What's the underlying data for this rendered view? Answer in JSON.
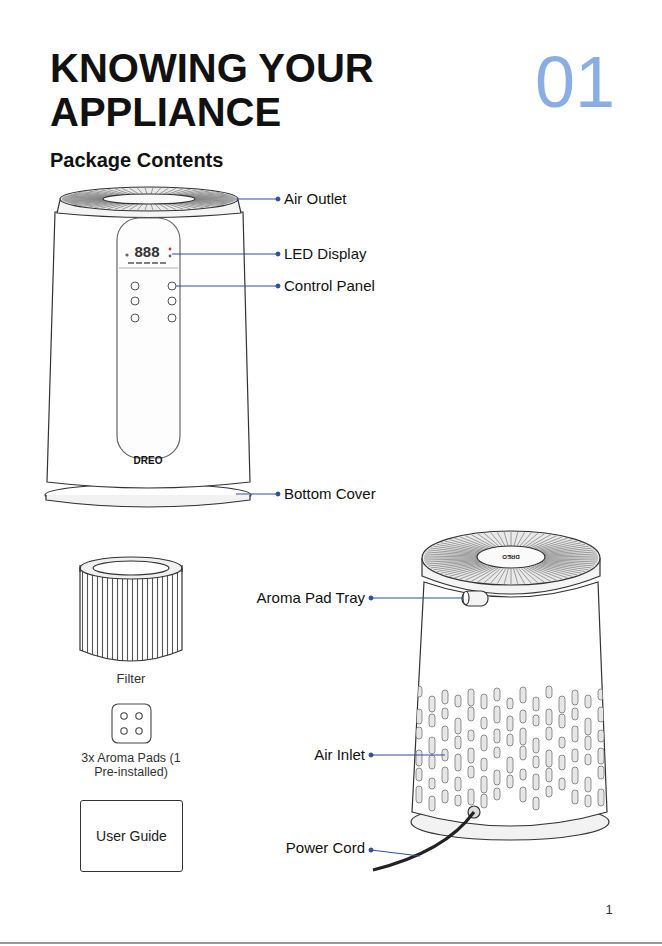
{
  "diagram": {
    "title": "KNOWING YOUR APPLIANCE",
    "nodes": [
      {
        "text": [
          "User Guide"
        ]
      }
    ],
    "labels": [
      "01",
      "Package Contents",
      "Air Outlet",
      "LED Display",
      "Control Panel",
      "Bottom Cover",
      "888",
      "DREO",
      "Filter",
      "3x Aroma Pads (1 Pre-installed)",
      "Aroma Pad Tray",
      "Air Inlet",
      "Power Cord",
      "DREO",
      "1"
    ]
  }
}
